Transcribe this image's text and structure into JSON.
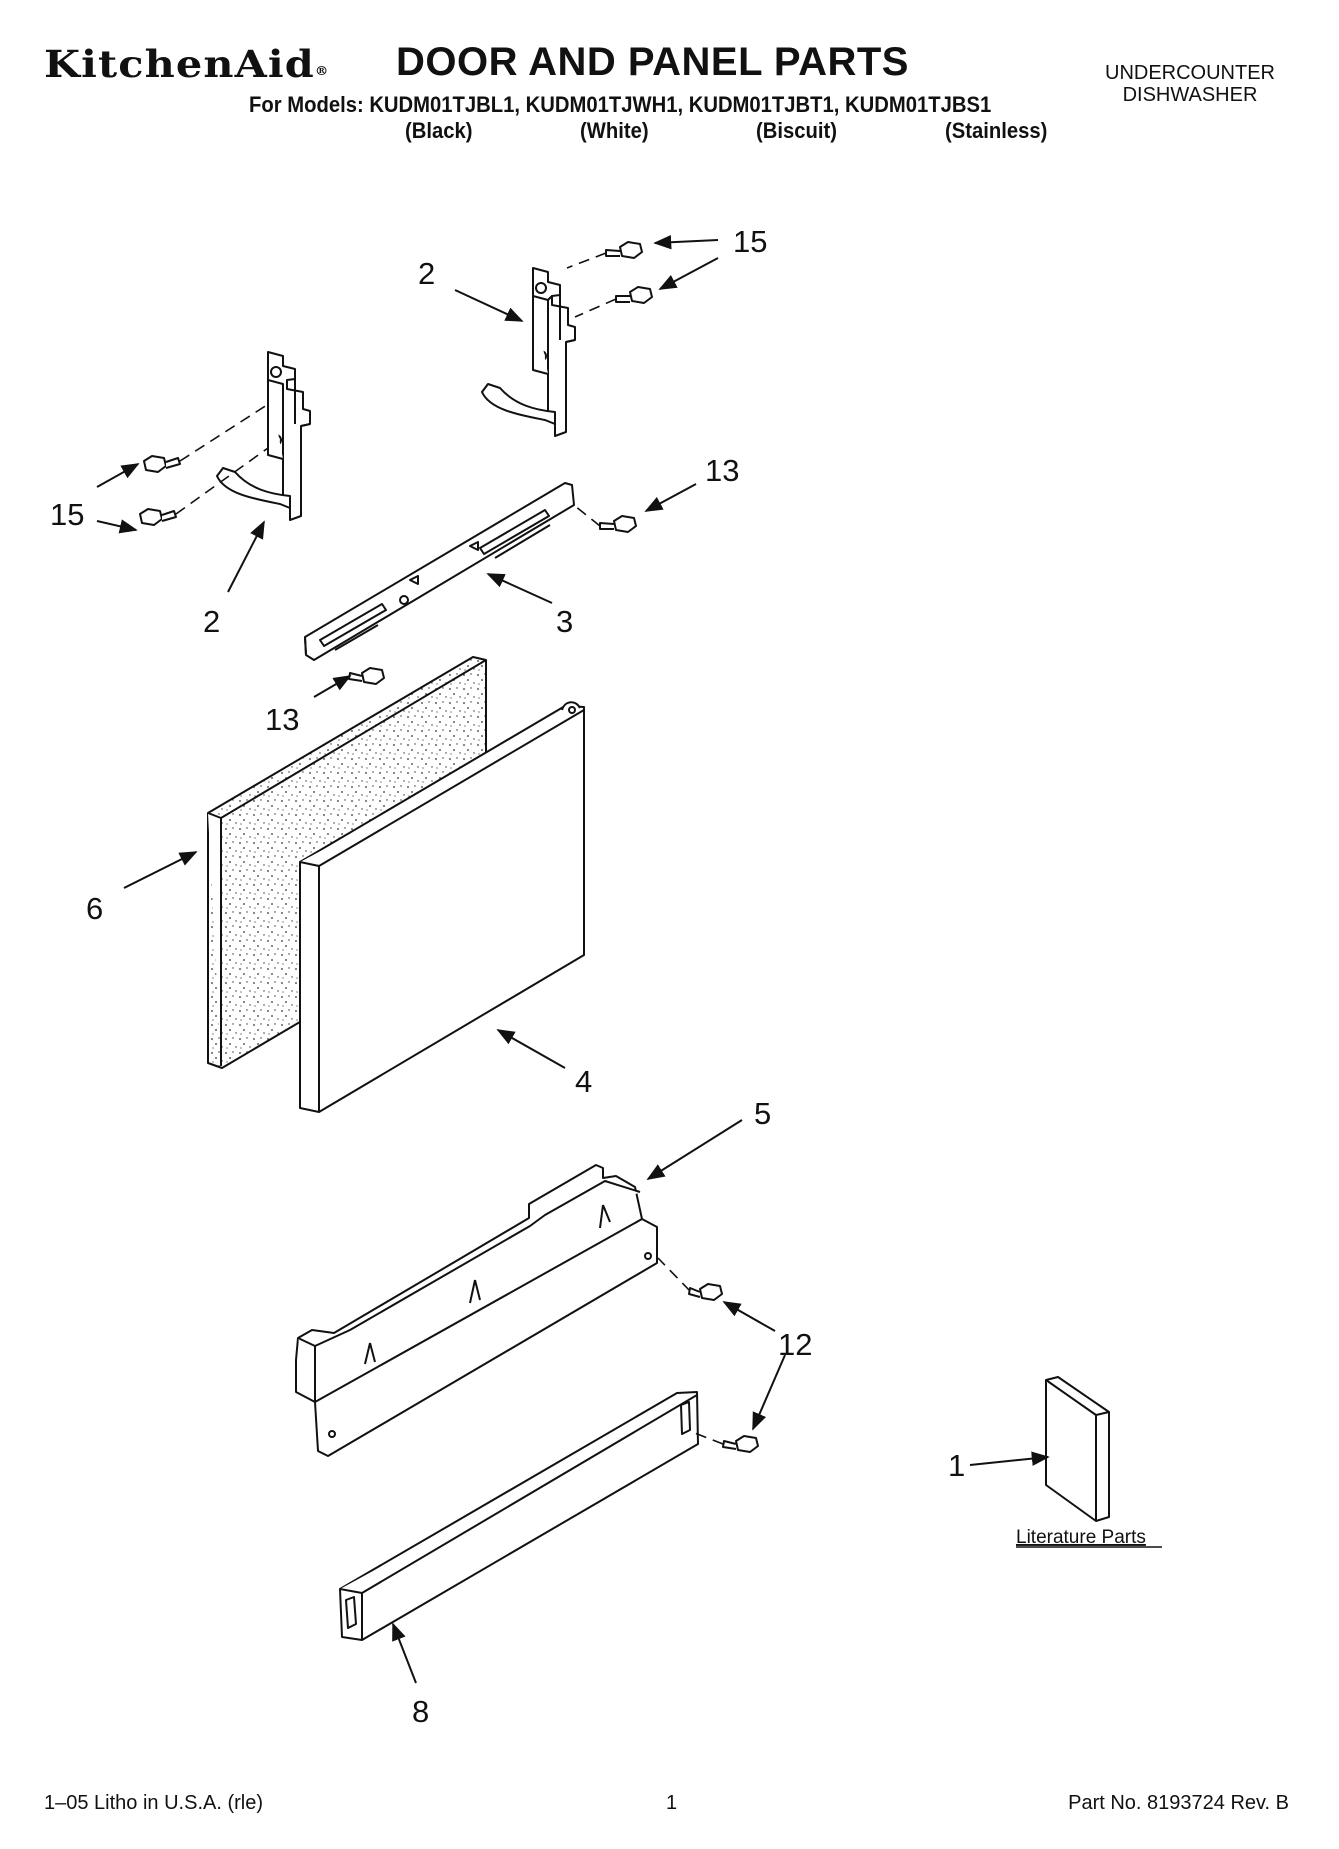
{
  "header": {
    "brand": "KitchenAid",
    "brand_mark": "®",
    "title": "DOOR AND PANEL PARTS",
    "models_line": "For Models: KUDM01TJBL1, KUDM01TJWH1, KUDM01TJBT1, KUDM01TJBS1",
    "finishes": [
      "(Black)",
      "(White)",
      "(Biscuit)",
      "(Stainless)"
    ],
    "category": [
      "UNDERCOUNTER",
      "DISHWASHER"
    ]
  },
  "callouts": {
    "c15a": "15",
    "c2a": "2",
    "c15b": "15",
    "c2b": "2",
    "c13a": "13",
    "c3": "3",
    "c13b": "13",
    "c6": "6",
    "c4": "4",
    "c5": "5",
    "c12": "12",
    "c1": "1",
    "c8": "8"
  },
  "literature_label": "Literature Parts",
  "footer": {
    "left": "1–05 Litho in U.S.A. (rle)",
    "center": "1",
    "right": "Part No. 8193724 Rev. B"
  }
}
